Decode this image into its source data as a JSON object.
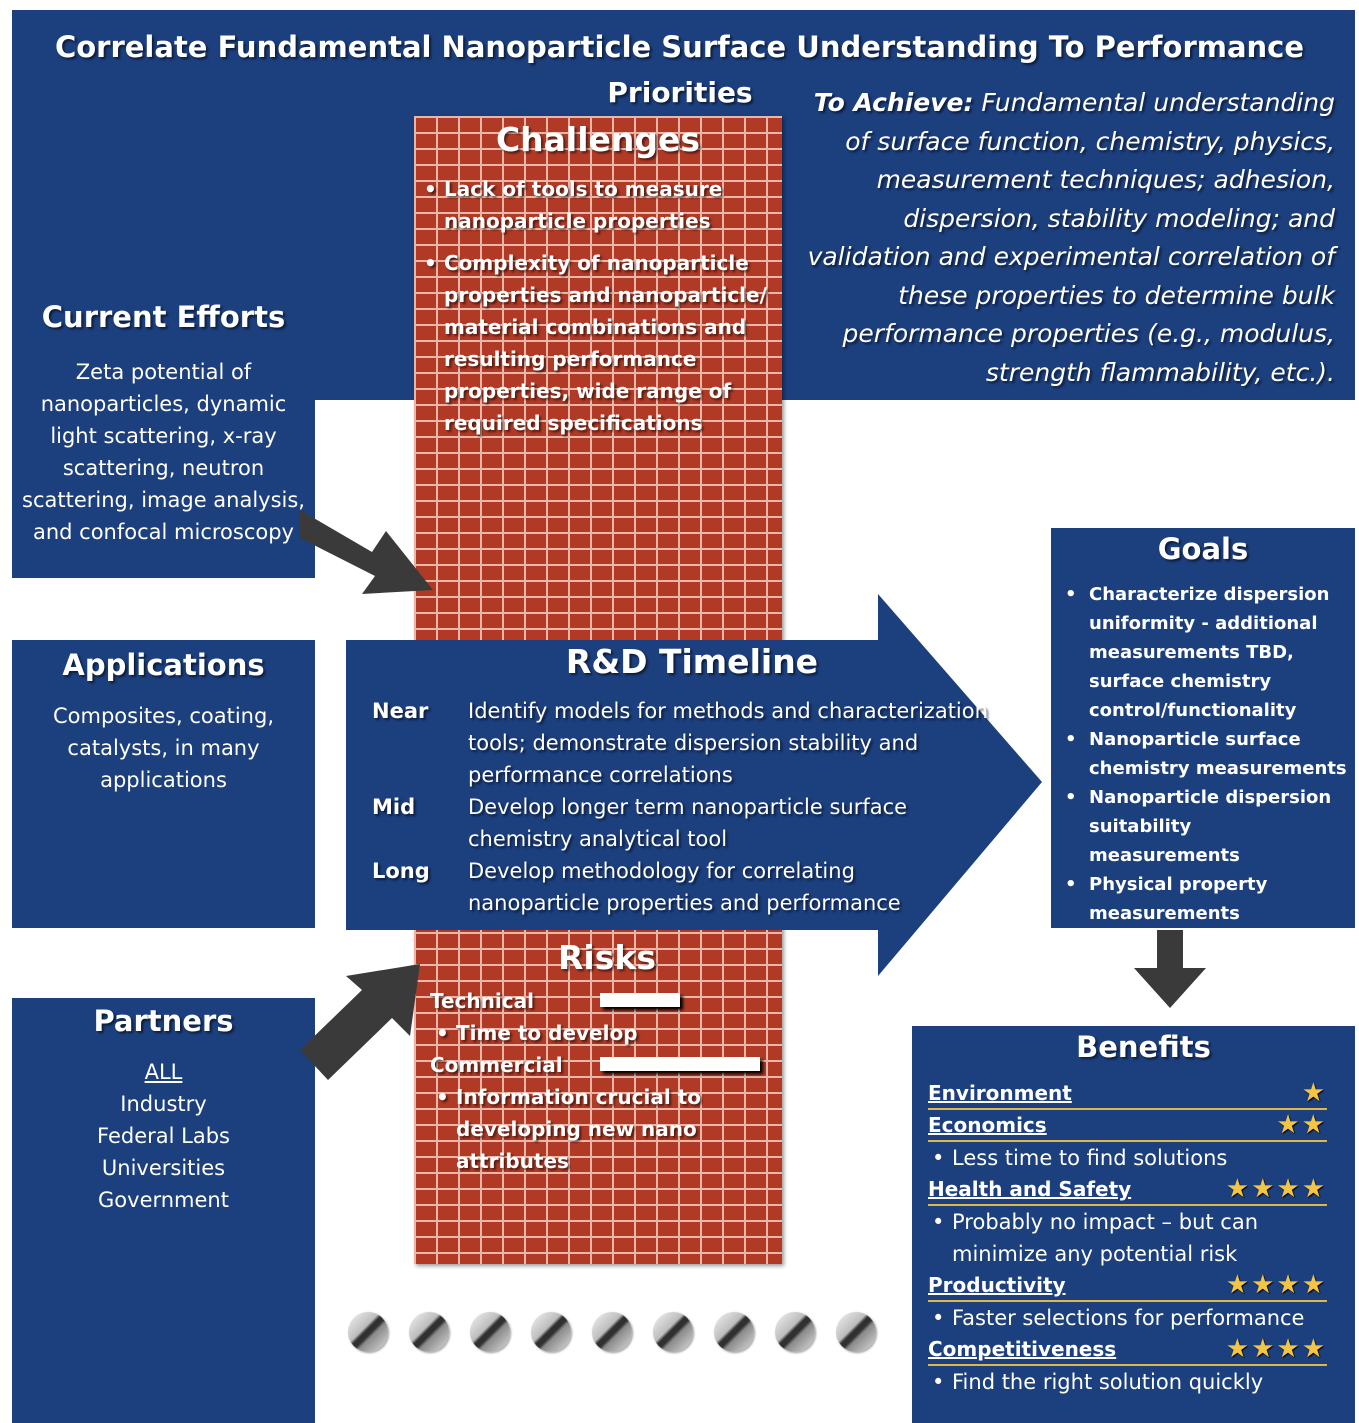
{
  "title": "Correlate Fundamental Nanoparticle Surface Understanding To Performance",
  "priorities": "Priorities",
  "to_achieve": {
    "label": "To Achieve:",
    "lines": [
      "Fundamental understanding",
      "of surface function, chemistry, physics,",
      "measurement techniques; adhesion,",
      "dispersion, stability  modeling; and",
      "validation and experimental correlation of",
      "these properties to determine bulk",
      "performance properties (e.g., modulus,",
      "strength flammability, etc.)."
    ]
  },
  "challenges": {
    "heading": "Challenges",
    "items": [
      "Lack of tools to measure nanoparticle properties",
      "Complexity of nanoparticle properties and nanoparticle/ material combinations and resulting performance properties, wide range of required specifications"
    ]
  },
  "current_efforts": {
    "heading": "Current Efforts",
    "lines": [
      "Zeta potential of",
      "nanoparticles, dynamic",
      "light scattering, x-ray",
      "scattering, neutron",
      "scattering, image analysis,",
      "and confocal microscopy"
    ]
  },
  "applications": {
    "heading": "Applications",
    "lines": [
      "Composites, coating,",
      "catalysts, in many",
      "applications"
    ]
  },
  "partners": {
    "heading": "Partners",
    "underlined": "ALL",
    "items": [
      "Industry",
      "Federal Labs",
      "Universities",
      "Government"
    ]
  },
  "timeline": {
    "heading": "R&D Timeline",
    "rows": [
      {
        "term": "Near",
        "text": "Identify models for methods and characterization tools; demonstrate dispersion stability and performance correlations"
      },
      {
        "term": "Mid",
        "text": "Develop longer term nanoparticle surface chemistry analytical tool"
      },
      {
        "term": "Long",
        "text": "Develop methodology for correlating nanoparticle properties and performance"
      }
    ]
  },
  "risks": {
    "heading": "Risks",
    "technical_label": "Technical",
    "technical_items": [
      "Time to develop"
    ],
    "commercial_label": "Commercial",
    "commercial_items": [
      "Information crucial to developing new nano attributes"
    ]
  },
  "goals": {
    "heading": "Goals",
    "items": [
      "Characterize dispersion uniformity - additional measurements TBD, surface chemistry control/functionality",
      "Nanoparticle surface chemistry measurements",
      "Nanoparticle dispersion suitability measurements",
      "Physical property measurements"
    ]
  },
  "benefits": {
    "heading": "Benefits",
    "rows": [
      {
        "label": "Environment",
        "stars": "★",
        "bullet": ""
      },
      {
        "label": "Economics",
        "stars": "★★",
        "bullet": "Less time to find solutions"
      },
      {
        "label": "Health and Safety",
        "stars": "★★★★",
        "bullet": "Probably no impact – but can minimize any potential risk"
      },
      {
        "label": "Productivity",
        "stars": "★★★★",
        "bullet": "Faster selections for performance"
      },
      {
        "label": "Competitiveness",
        "stars": "★★★★",
        "bullet": "Find the right solution quickly"
      }
    ]
  },
  "colors": {
    "navy": "#1c3f7e",
    "brick": "#b03a26",
    "star": "#f4c545",
    "arrow": "#3a3a3a"
  }
}
